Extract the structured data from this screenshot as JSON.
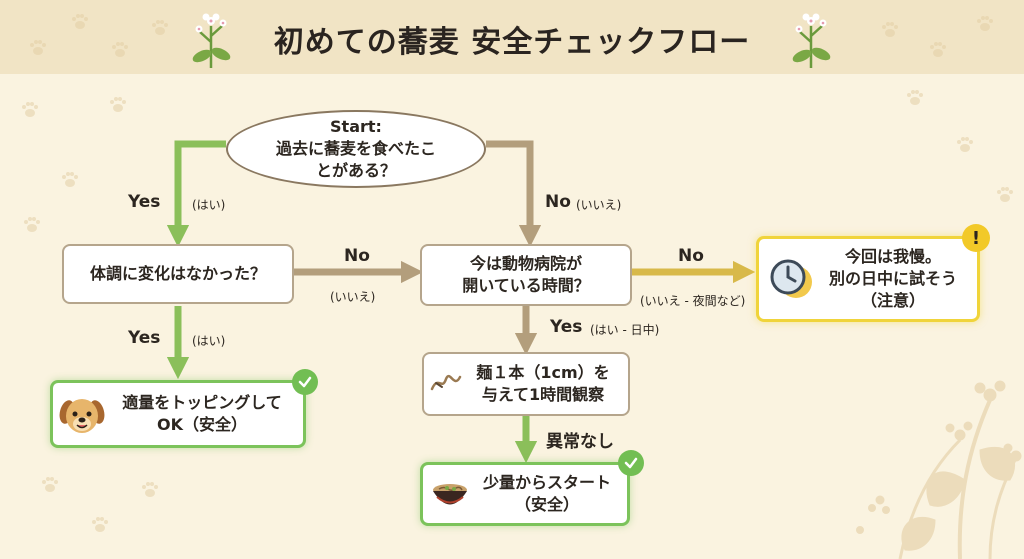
{
  "header": {
    "title": "初めての蕎麦 安全チェックフロー"
  },
  "nodes": {
    "start": {
      "line1": "Start:",
      "line2": "過去に蕎麦を食べたこ",
      "line3": "とがある？"
    },
    "condition": {
      "text": "体調に変化はなかった？"
    },
    "hospital": {
      "line1": "今は動物病院が",
      "line2": "開いている時間？"
    },
    "wait": {
      "line1": "今回は我慢。",
      "line2": "別の日中に試そう",
      "line3": "（注意）"
    },
    "topping": {
      "line1": "適量をトッピングして",
      "line2": "OK（安全）"
    },
    "test": {
      "line1": "麺１本（1cm）を",
      "line2": "与えて1時間観察"
    },
    "start_small": {
      "line1": "少量からスタート",
      "line2": "（安全）"
    }
  },
  "labels": {
    "yes1": "Yes",
    "yes1_sub": "(はい)",
    "no1": "No",
    "no1_sub": "(いいえ)",
    "no2": "No",
    "no2_sub": "(いいえ)",
    "no3": "No",
    "no3_sub": "(いいえ - 夜間など)",
    "yes2": "Yes",
    "yes2_sub": "(はい)",
    "yes3": "Yes",
    "yes3_sub": "(はい - 日中)",
    "normal": "異常なし"
  },
  "icons": {
    "decor": "paw-print-icon",
    "sprig": "buckwheat-sprig-icon",
    "clock": "clock-icon",
    "dog": "dog-face-icon",
    "noodle": "noodle-strand-icon",
    "bowl": "soba-bowl-icon",
    "check": "check-icon",
    "warning": "exclamation-icon"
  },
  "colors": {
    "yes_path": "#8bbf5a",
    "no_path": "#b39e7c",
    "caution_path": "#d8b94a",
    "safe_border": "#7cc35b",
    "caution_border": "#f0d43a",
    "background": "#faf3e0"
  }
}
